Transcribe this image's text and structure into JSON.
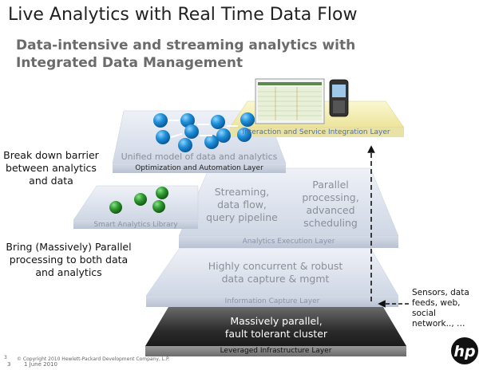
{
  "title": "Live Analytics with Real Time Data Flow",
  "subtitle_line1": "Data-intensive and streaming analytics with",
  "subtitle_line2": "Integrated Data Management",
  "left_text_1": [
    "Break down barrier",
    "between analytics",
    "and data"
  ],
  "left_text_2": [
    "Bring (Massively) Parallel",
    "processing to both data",
    "and analytics"
  ],
  "layers": {
    "interaction": {
      "label": "Interaction and Service Integration Layer"
    },
    "optimization": {
      "label": "Optimization and Automation Layer",
      "inner_text": "Unified model of data and analytics"
    },
    "smart_analytics": {
      "label": "Smart Analytics Library"
    },
    "analytics_execution": {
      "label": "Analytics Execution Layer",
      "text_left": [
        "Streaming,",
        "data flow,",
        "query pipeline"
      ],
      "text_right": [
        "Parallel",
        "processing,",
        "advanced",
        "scheduling"
      ]
    },
    "information_capture": {
      "label": "Information Capture Layer",
      "text": [
        "Highly concurrent & robust",
        "data capture & mgmt"
      ]
    },
    "infrastructure": {
      "label": "Leveraged Infrastructure Layer",
      "text": [
        "Massively parallel,",
        "fault tolerant cluster"
      ]
    }
  },
  "sensors_text": [
    "Sensors, data",
    "feeds, web, social",
    "network.., …"
  ],
  "footer": {
    "page_number": "3",
    "page_number_small": "3",
    "copyright": "© Copyright 2010 Hewlett-Packard Development Company, L.P.",
    "date": "1 June 2010"
  },
  "logo_text": "hp",
  "colors": {
    "layer_fill": "#dde3ee",
    "layer_edge": "#b7c0d0",
    "infra_dark": "#3a3a3a",
    "sphere_blue": "#1f8fd8",
    "sphere_green": "#2e9a2e",
    "interaction_fill": "#f4f0b8",
    "interaction_label": "#4a6fb0"
  }
}
